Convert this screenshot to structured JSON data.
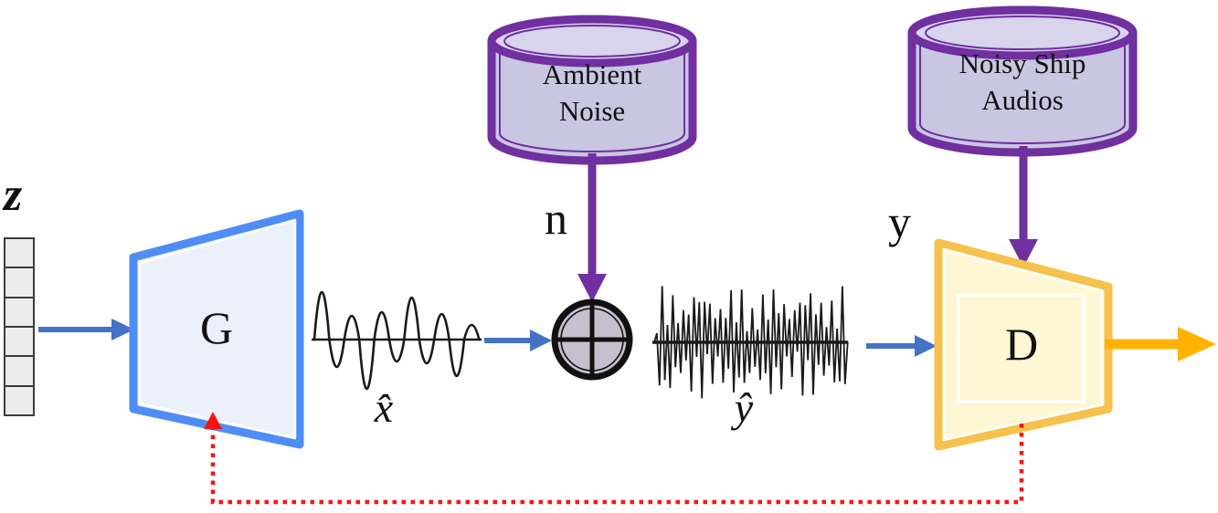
{
  "diagram": {
    "labels": {
      "latent_vector": "z",
      "generator": "G",
      "generated_signal": "x̂",
      "noise_input": "n",
      "noisy_signal": "ŷ",
      "real_input": "y",
      "discriminator": "D"
    },
    "databases": {
      "ambient_noise": "Ambient\nNoise",
      "noisy_ship_audios": "Noisy Ship\nAudios"
    },
    "icons": {
      "adder": "plus-in-circle",
      "latent_vector": "stacked-cells",
      "databases": "cylinder",
      "signals": "waveform"
    },
    "colors": {
      "generator_border": "#4E8DF5",
      "generator_fill": "#EAF1FB",
      "discriminator_border": "#F6C14C",
      "discriminator_fill": "#FDF7D3",
      "cylinder_border": "#7030A0",
      "cylinder_fill": "#C9C6E2",
      "cylinder_top_fill": "#D7D4EC",
      "flow_arrow_blue": "#4472C4",
      "noise_arrow_purple": "#7030A0",
      "output_arrow_orange": "#FFB300",
      "feedback_arrow_red": "#FF1010",
      "vector_cell_fill": "#ECECEC",
      "signal_stroke": "#1a1a1a"
    }
  }
}
